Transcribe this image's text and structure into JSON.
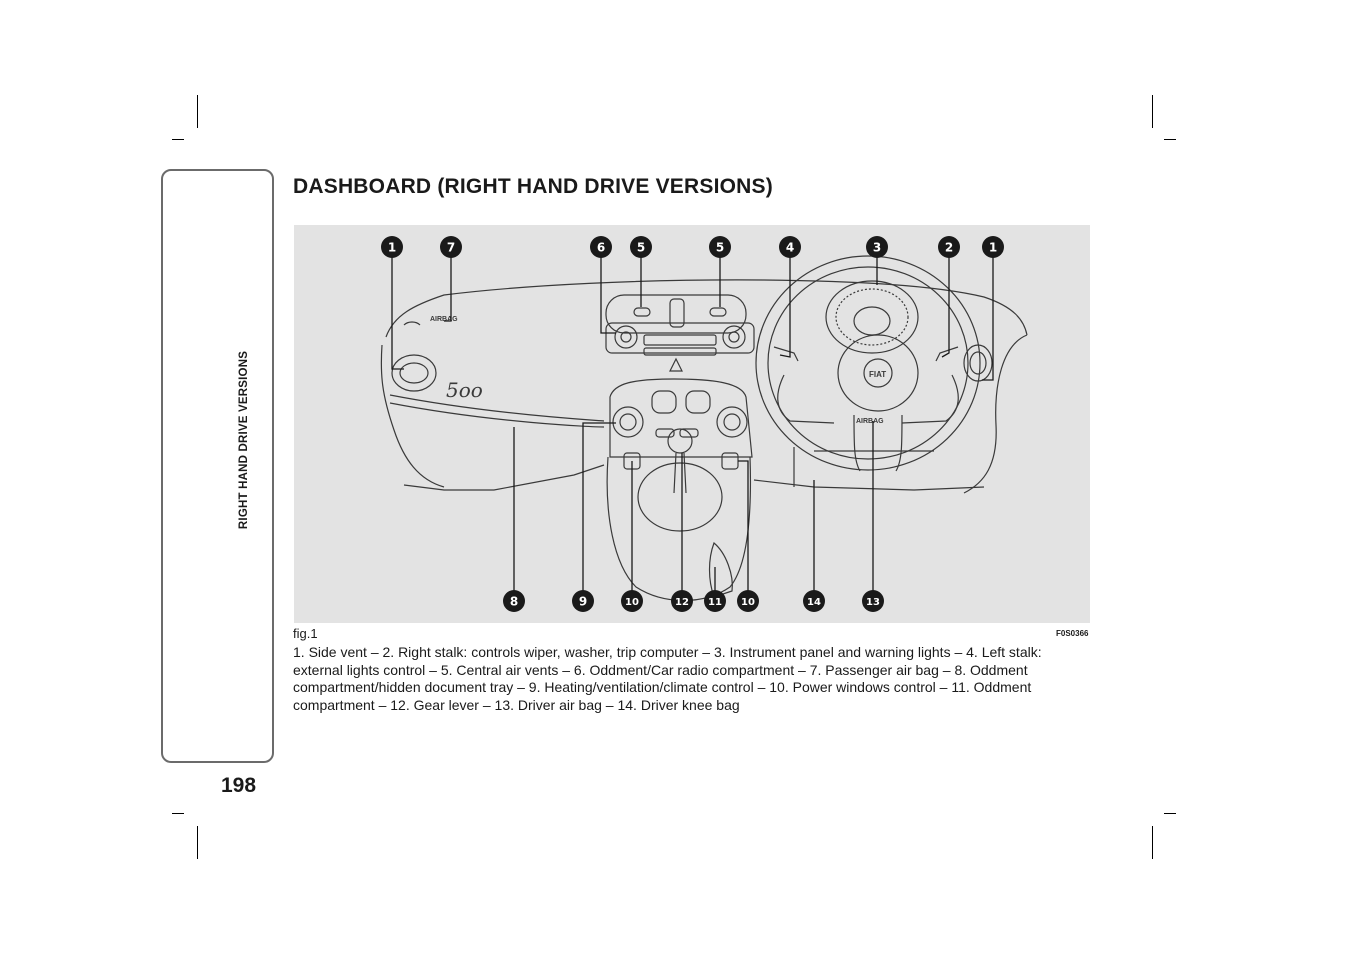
{
  "page": {
    "section_label": "RIGHT HAND DRIVE VERSIONS",
    "page_number": "198"
  },
  "heading": "DASHBOARD (RIGHT HAND DRIVE VERSIONS)",
  "figure": {
    "label": "fig.1",
    "code": "F0S0366",
    "callouts": [
      "1",
      "7",
      "6",
      "5",
      "5",
      "4",
      "3",
      "2",
      "1",
      "8",
      "9",
      "10",
      "12",
      "11",
      "10",
      "14",
      "13"
    ],
    "badges": {
      "logo": "5oo",
      "airbag_passenger": "AIRBAG",
      "airbag_driver": "AIRBAG",
      "steering_emblem": "FIAT"
    }
  },
  "caption": "1. Side vent – 2. Right stalk: controls wiper, washer, trip computer – 3. Instrument panel and warning lights – 4. Left stalk: external lights control – 5. Central air vents – 6. Oddment/Car radio compartment – 7. Passenger air bag – 8. Oddment compartment/hidden document tray – 9. Heating/ventilation/climate control – 10. Power windows control – 11. Oddment compartment – 12. Gear lever – 13. Driver air bag – 14. Driver knee bag"
}
